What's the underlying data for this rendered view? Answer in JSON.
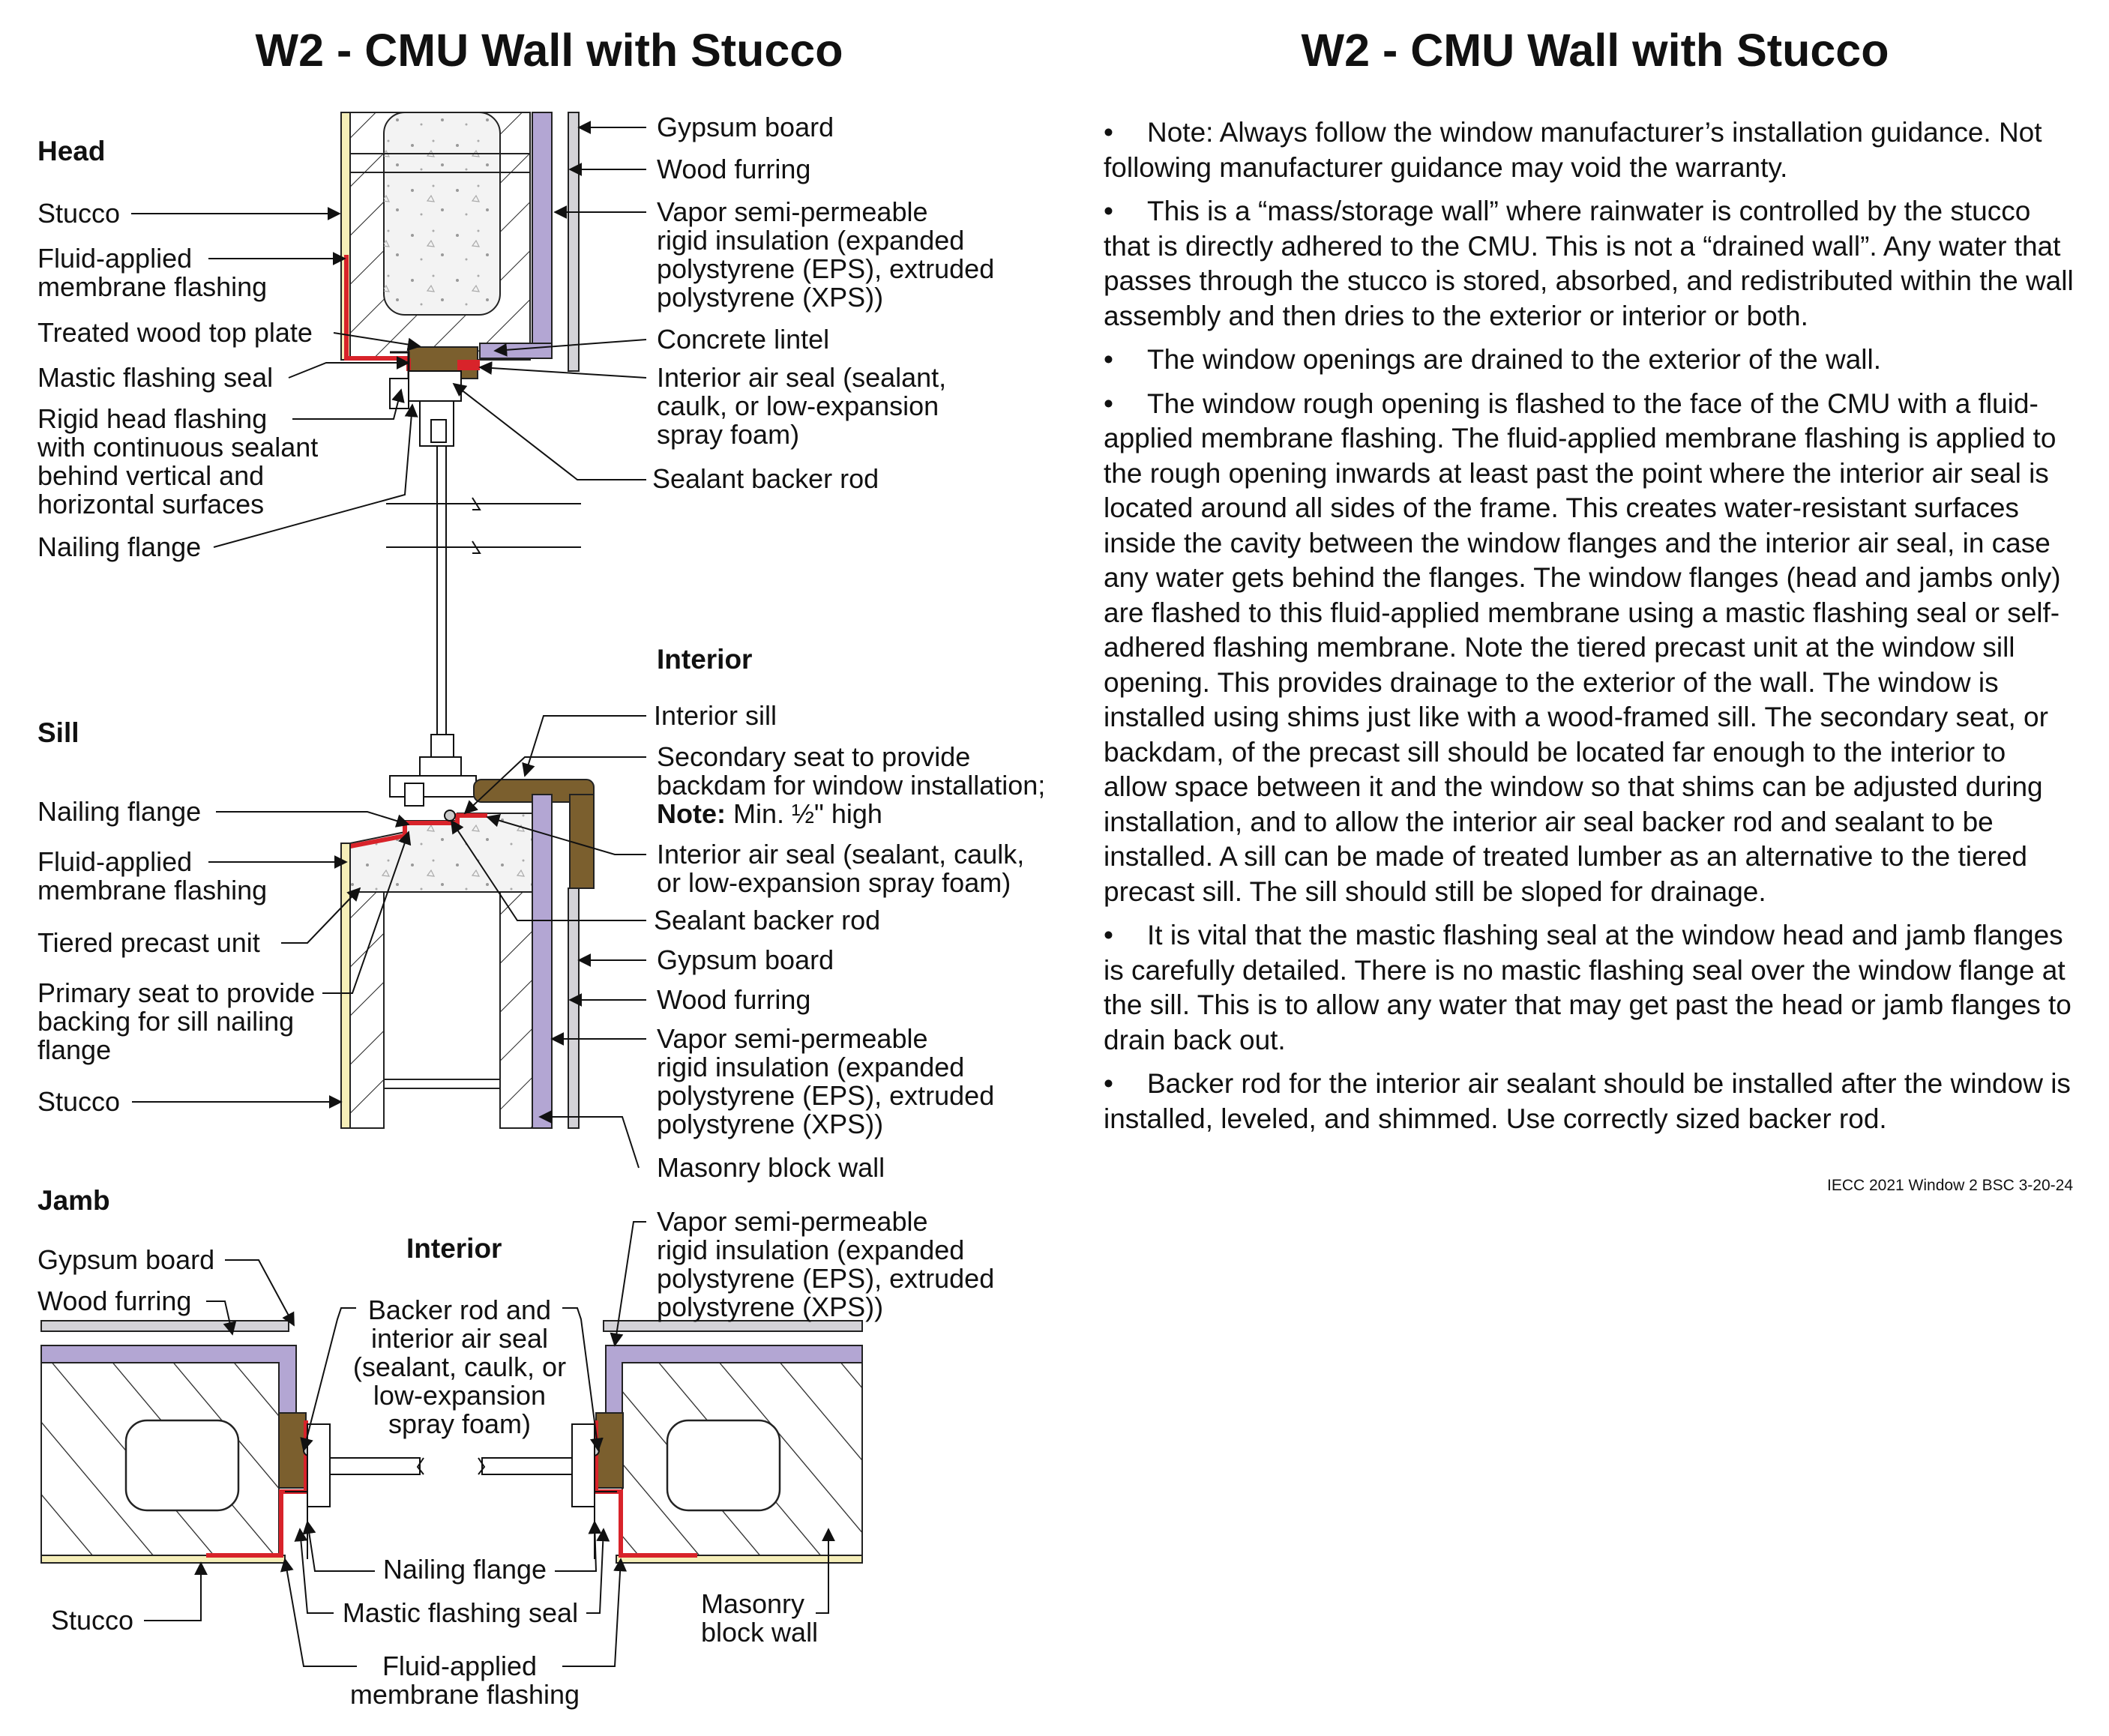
{
  "title_left": "W2 - CMU Wall with Stucco",
  "title_right": "W2 - CMU Wall with Stucco",
  "sections": {
    "head": "Head",
    "sill": "Sill",
    "jamb": "Jamb",
    "interior_sill_area": "Interior",
    "interior_jamb_area": "Interior"
  },
  "head_labels": {
    "stucco": "Stucco",
    "fluid_1": "Fluid-applied",
    "fluid_2": "membrane flashing",
    "top_plate": "Treated wood top plate",
    "mastic": "Mastic flashing seal",
    "rigid_1": "Rigid head flashing",
    "rigid_2": "with continuous sealant",
    "rigid_3": "behind vertical and",
    "rigid_4": "horizontal surfaces",
    "nailing": "Nailing flange",
    "gypsum": "Gypsum board",
    "furring": "Wood furring",
    "vapor_1": "Vapor semi-permeable",
    "vapor_2": "rigid insulation (expanded",
    "vapor_3": "polystyrene (EPS), extruded",
    "vapor_4": "polystyrene (XPS))",
    "lintel": "Concrete lintel",
    "air_1": "Interior air seal (sealant,",
    "air_2": "caulk, or low-expansion",
    "air_3": "spray foam)",
    "backer": "Sealant backer rod"
  },
  "sill_labels": {
    "nailing": "Nailing flange",
    "fluid_1": "Fluid-applied",
    "fluid_2": "membrane flashing",
    "tiered": "Tiered precast unit",
    "primary_1": "Primary seat to provide",
    "primary_2": "backing for sill nailing",
    "primary_3": "flange",
    "stucco": "Stucco",
    "interior_sill": "Interior sill",
    "secondary_1": "Secondary seat to provide",
    "secondary_2": "backdam for window installation;",
    "secondary_note": "Note:",
    "secondary_3": " Min. ½\" high",
    "air_1": "Interior air seal (sealant, caulk,",
    "air_2": "or low-expansion spray foam)",
    "backer": "Sealant backer rod",
    "gypsum": "Gypsum board",
    "furring": "Wood furring",
    "vapor_1": "Vapor semi-permeable",
    "vapor_2": "rigid insulation (expanded",
    "vapor_3": "polystyrene (EPS), extruded",
    "vapor_4": "polystyrene (XPS))",
    "masonry": "Masonry block wall"
  },
  "jamb_labels": {
    "gypsum": "Gypsum board",
    "furring": "Wood furring",
    "backer_1": "Backer rod and",
    "backer_2": "interior air seal",
    "backer_3": "(sealant, caulk, or",
    "backer_4": "low-expansion",
    "backer_5": "spray foam)",
    "vapor_1": "Vapor semi-permeable",
    "vapor_2": "rigid insulation (expanded",
    "vapor_3": "polystyrene (EPS), extruded",
    "vapor_4": "polystyrene (XPS))",
    "nailing": "Nailing flange",
    "mastic": "Mastic flashing seal",
    "stucco": "Stucco",
    "masonry_1": "Masonry",
    "masonry_2": "block wall",
    "fluid_1": "Fluid-applied",
    "fluid_2": "membrane flashing"
  },
  "notes": [
    "Note: Always follow the window manufacturer’s installation guidance. Not following manufacturer guidance may void the warranty.",
    "This is a “mass/storage wall” where rainwater is controlled by the stucco that is directly adhered to the CMU. This is not a “drained wall”. Any water that passes through the stucco is stored, absorbed, and redistributed within the wall assembly and then dries to the exterior or interior or both.",
    "The window openings are drained to the exterior of the wall.",
    "The window rough opening is flashed to the face of the CMU with a fluid-applied membrane flashing. The fluid-applied membrane flashing is applied to the rough opening inwards at least past the point where the interior air seal is located around all sides of the frame. This creates water-resistant surfaces inside the cavity between the window flanges and the interior air seal, in case any water gets behind the flanges. The window flanges (head and jambs only) are flashed to this fluid-applied membrane using a mastic flashing seal or self-adhered flashing membrane. Note the tiered precast unit at the window sill opening. This provides drainage to the exterior of the wall. The window is installed using shims just like with a wood-framed sill. The secondary seat, or backdam, of the precast sill should be located far enough to the interior to allow space between it and the window so that shims can be adjusted during installation, and to allow the interior air seal backer rod and sealant to be installed. A sill can be made of treated lumber as an alternative to the tiered precast sill. The sill should still be sloped for drainage.",
    "It is vital that the mastic flashing seal at the window head and jamb flanges is carefully detailed. There is no mastic flashing seal over the window flange at the sill. This is to allow any water that may get past the head or jamb flanges to drain back out.",
    "Backer rod for the interior air sealant should be installed after the window is installed, leveled, and shimmed. Use correctly sized backer rod."
  ],
  "bullet": "•",
  "footer": "IECC 2021 Window 2 BSC 3-20-24",
  "colors": {
    "stucco": "#f5eeb8",
    "insulation": "#b3a6d3",
    "gypsum": "#d4d3d8",
    "membrane": "#d8232a",
    "wood": "#7b5f2e",
    "concrete": "#f3f3f3"
  }
}
